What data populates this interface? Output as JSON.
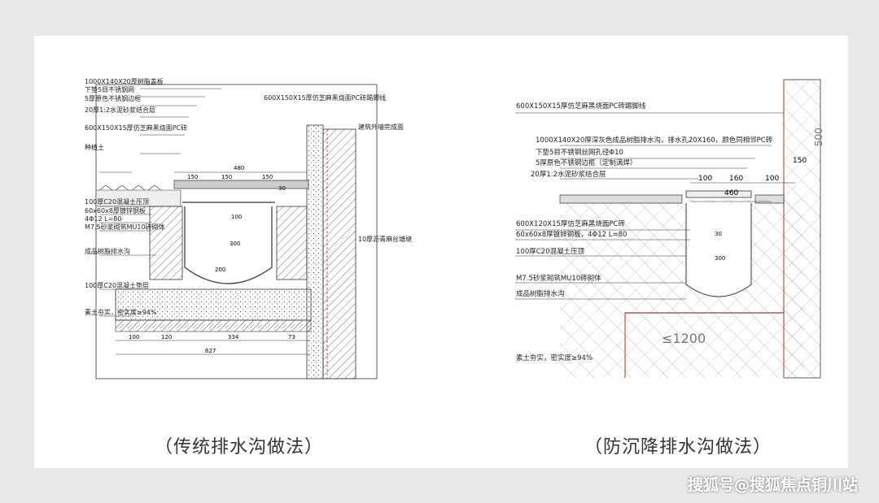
{
  "left_diagram": {
    "caption": "（传统排水沟做法）",
    "callouts": [
      "1000X140X20厚树脂盖板",
      "下垫5目不锈钢网",
      "5厚原色不锈钢边框",
      "20厚1:2水泥砂浆结合层",
      "600X150X15厚仿芝麻黑烧面PC砖",
      "种植土",
      "100厚C20混凝土压顶",
      "60x60x8厚镀锌钢板",
      "4Φ12 L=80",
      "M7.5砂浆砌筑MU10砖砌体",
      "成品树脂排水沟",
      "100厚C20混凝土垫层",
      "素土夯实，密实度≥94%"
    ],
    "top_right_callout": "600X150X15厚仿芝麻黑烧面PC砖踢脚线",
    "right_callouts": [
      "建筑外墙完成面",
      "10厚沥青麻丝填缝"
    ],
    "dimensions": [
      "480",
      "150",
      "150",
      "150",
      "30",
      "100",
      "300",
      "200",
      "100",
      "120",
      "334",
      "73",
      "627"
    ]
  },
  "right_diagram": {
    "caption": "（防沉降排水沟做法）",
    "callouts_top": [
      "600X150X15厚仿芝麻黑烧面PC砖踢脚线",
      "1000X140X20厚深灰色成品树脂排水沟，排水孔20X160，颜色同相邻PC砖",
      "下垫5目不锈钢丝网孔径Φ10",
      "5厚原色不锈钢边框（定制满焊）",
      "20厚1:2水泥砂浆结合层"
    ],
    "callouts_left": [
      "600X120X15厚仿芝麻黑烧面PC砖",
      "60x60x8厚镀锌钢板，4Φ12 L=80",
      "100厚C20混凝土压顶",
      "M7.5砂浆砌筑MU10砖砌体",
      "成品树脂排水沟"
    ],
    "bottom_note": "素土夯实，密实度≥94%",
    "dimensions": [
      "100",
      "160",
      "100",
      "150",
      "460",
      "500",
      "≤1200",
      "300",
      "30"
    ]
  },
  "watermark": "搜狐号@搜狐焦点铜川站",
  "colors": {
    "background": "#e9e8e6",
    "card": "#ffffff",
    "line": "#222222",
    "accent": "#c0504d"
  }
}
